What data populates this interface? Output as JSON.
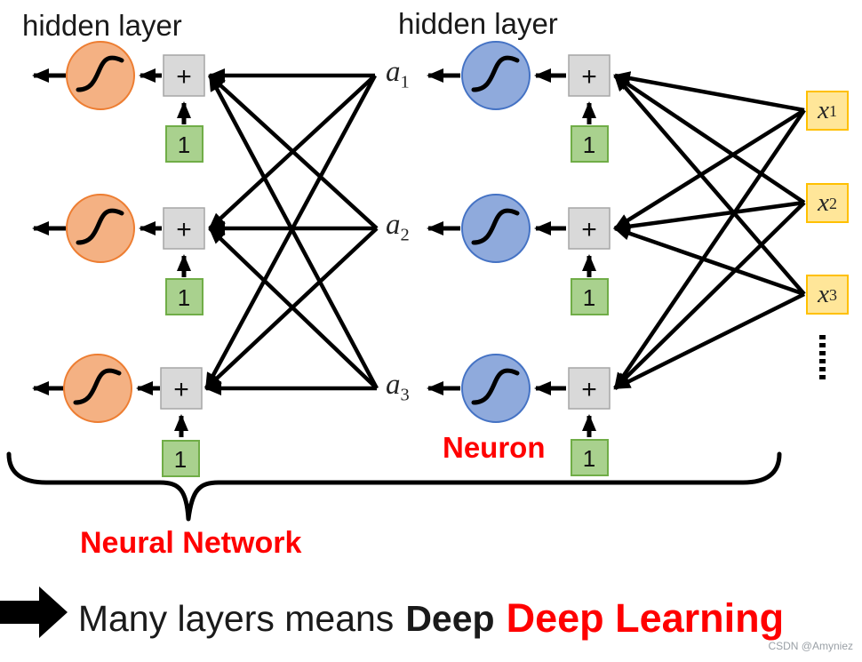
{
  "titles": {
    "hidden_layer_left": "hidden layer",
    "hidden_layer_right": "hidden layer"
  },
  "node_labels": {
    "sum": "+",
    "bias": "1"
  },
  "activations": [
    {
      "base": "a",
      "sub": "1"
    },
    {
      "base": "a",
      "sub": "2"
    },
    {
      "base": "a",
      "sub": "3"
    }
  ],
  "inputs": [
    {
      "base": "x",
      "sub": "1"
    },
    {
      "base": "x",
      "sub": "2"
    },
    {
      "base": "x",
      "sub": "3"
    }
  ],
  "annotations": {
    "neuron": "Neuron",
    "neural_network": "Neural Network"
  },
  "caption": {
    "prefix": "Many layers means",
    "emphasis": "Deep",
    "result": "Deep Learning"
  },
  "watermark": "CSDN @Amyniez",
  "colors": {
    "accent_red": "#FF0000",
    "orange_fill": "#F4B183",
    "orange_border": "#ED7D31",
    "blue_fill": "#8FAADC",
    "blue_border": "#4472C4",
    "gray_fill": "#D9D9D9",
    "gray_border": "#A6A6A6",
    "green_fill": "#A9D18E",
    "green_border": "#70AD47",
    "yellow_fill": "#FFE699",
    "yellow_border": "#FFC000",
    "line": "#000000"
  }
}
